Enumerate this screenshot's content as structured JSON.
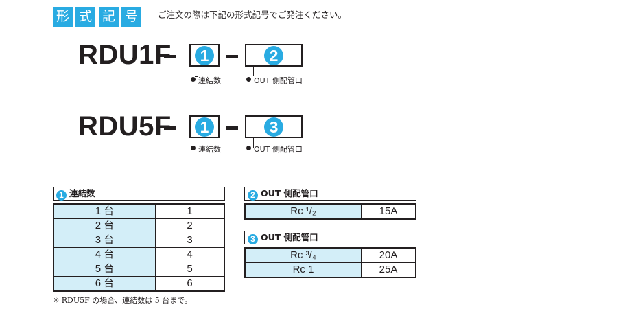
{
  "header": {
    "title_chars": [
      "形",
      "式",
      "記",
      "号"
    ],
    "note": "ご注文の際は下記の形式記号でご発注ください。"
  },
  "models": [
    {
      "name": "RDU1F",
      "dash": "–",
      "code1": "1",
      "code2": "2",
      "label1": "連結数",
      "label2": "OUT 側配管口"
    },
    {
      "name": "RDU5F",
      "dash": "–",
      "code1": "1",
      "code2": "3",
      "label1": "連結数",
      "label2": "OUT 側配管口"
    }
  ],
  "tables": {
    "t1": {
      "num": "1",
      "title": "連結数",
      "rows": [
        {
          "key": "1 台",
          "val": "1"
        },
        {
          "key": "2 台",
          "val": "2"
        },
        {
          "key": "3 台",
          "val": "3"
        },
        {
          "key": "4 台",
          "val": "4"
        },
        {
          "key": "5 台",
          "val": "5"
        },
        {
          "key": "6 台",
          "val": "6"
        }
      ]
    },
    "t2": {
      "num": "2",
      "title": "OUT 側配管口",
      "rows": [
        {
          "key": "Rc ¹/₂",
          "val": "15A"
        }
      ]
    },
    "t3": {
      "num": "3",
      "title": "OUT 側配管口",
      "rows": [
        {
          "key": "Rc ³/₄",
          "val": "20A"
        },
        {
          "key": "Rc 1",
          "val": "25A"
        }
      ]
    }
  },
  "footnote": "※ RDU5F の場合、連結数は 5 台まで。",
  "colors": {
    "accent": "#29abe2",
    "cell_fill": "#d3eef8",
    "ink": "#231f20"
  }
}
